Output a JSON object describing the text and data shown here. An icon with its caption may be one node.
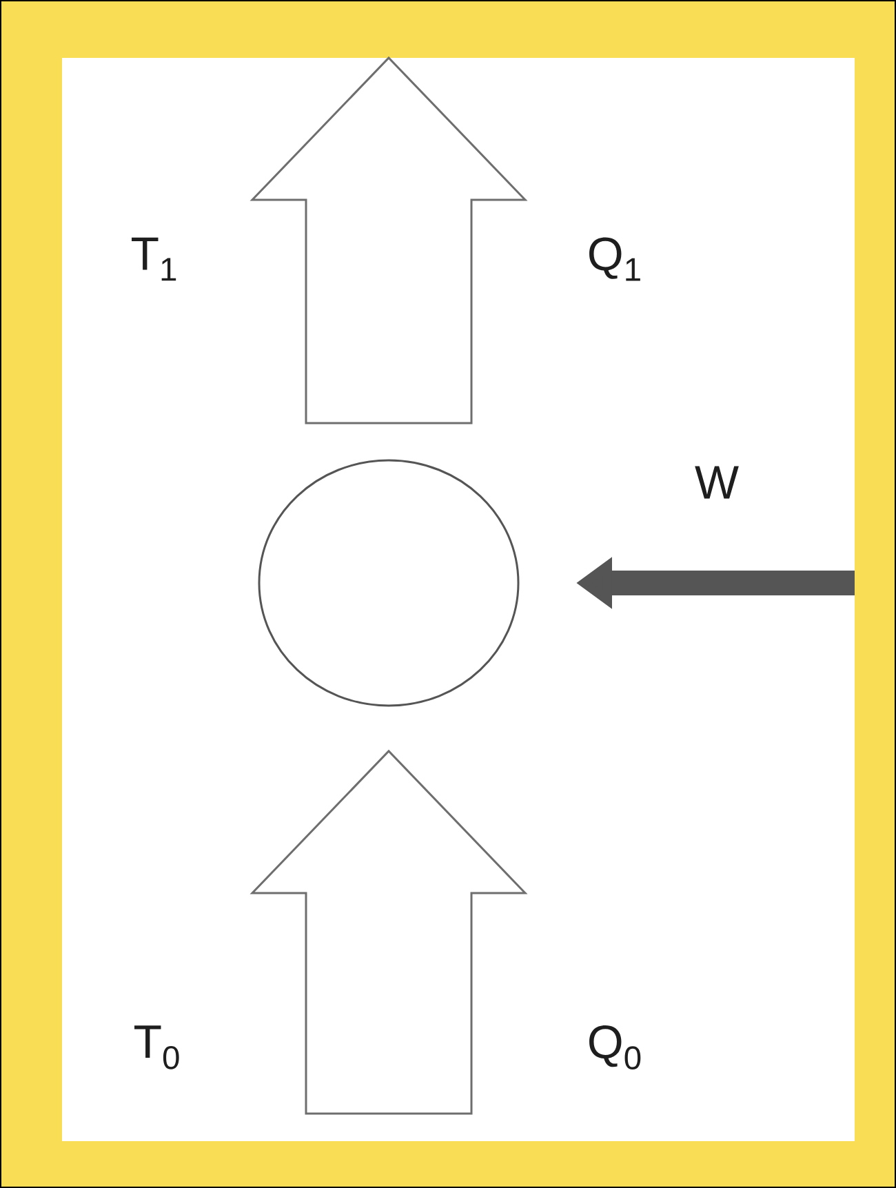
{
  "diagram": {
    "nodes": [
      {
        "text": [],
        "shape": "circle"
      }
    ],
    "labels": [
      "T$_{1}$",
      "Q$_{1}$",
      "W",
      "T$_{0}$",
      "Q$_{0}$"
    ]
  }
}
